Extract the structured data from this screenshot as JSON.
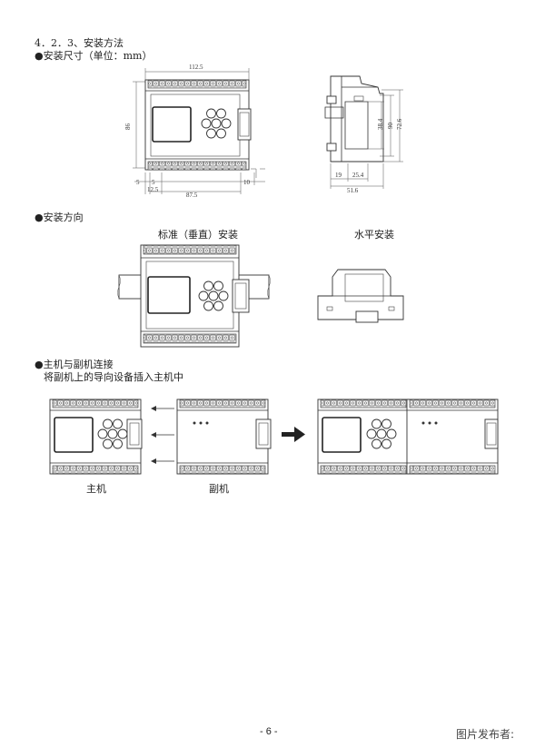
{
  "section_title": "4．2．3、安装方法",
  "bullets": {
    "size": "●安装尺寸（单位：mm）",
    "direction": "●安装方向",
    "connect": "●主机与副机连接",
    "connect_desc": "将副机上的导向设备插入主机中"
  },
  "dims": {
    "width_total": "112.5",
    "height": "86",
    "left_margin": "5",
    "right_margin": "5",
    "pitch": "87.5",
    "offset": "12.5",
    "right_offset": "10",
    "side_38": "38.4",
    "side_90": "90",
    "side_72": "72.6",
    "side_19": "19",
    "side_25": "25.4",
    "side_51": "51.6"
  },
  "orientation": {
    "vertical": "标准（垂直）安装",
    "horizontal": "水平安装"
  },
  "connection": {
    "main": "主机",
    "sub": "副机"
  },
  "footer": {
    "page": "- 6 -",
    "publisher": "图片发布者:"
  }
}
